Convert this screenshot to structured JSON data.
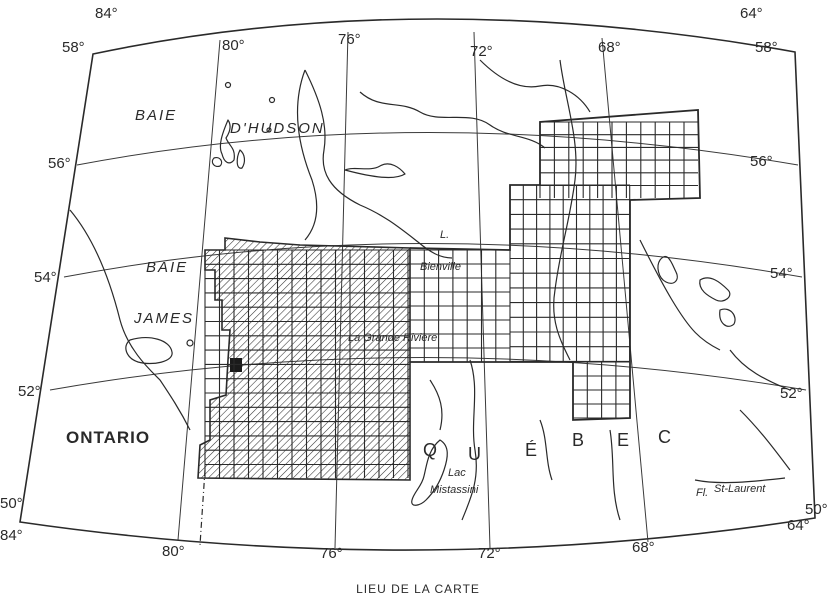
{
  "map": {
    "caption": "LIEU DE LA CARTE",
    "graticule_labels": {
      "top_longitudes": [
        "84°",
        "80°",
        "76°",
        "72°",
        "68°",
        "64°"
      ],
      "bottom_longitudes": [
        "84°",
        "80°",
        "76°",
        "72°",
        "68°",
        "64°"
      ],
      "left_latitudes": [
        "58°",
        "56°",
        "54°",
        "52°",
        "50°"
      ],
      "right_latitudes": [
        "58°",
        "56°",
        "54°",
        "52°",
        "50°"
      ]
    },
    "water_labels": {
      "baie_hudson_1": "BAIE",
      "baie_hudson_2": "D'HUDSON",
      "baie_james_1": "BAIE",
      "baie_james_2": "JAMES"
    },
    "region_labels": {
      "ontario": "ONTARIO",
      "quebec": [
        "Q",
        "U",
        "É",
        "B",
        "E",
        "C"
      ]
    },
    "place_labels": {
      "lake_prefix": "L.",
      "bienville": "Bienville",
      "la_grande_riviere": "La Grande Rivière",
      "lac": "Lac",
      "mistassini": "Mistassini",
      "fl_prefix": "Fl.",
      "st_laurent": "St-Laurent"
    },
    "colors": {
      "ink": "#2a2a2a",
      "background": "#ffffff"
    }
  }
}
